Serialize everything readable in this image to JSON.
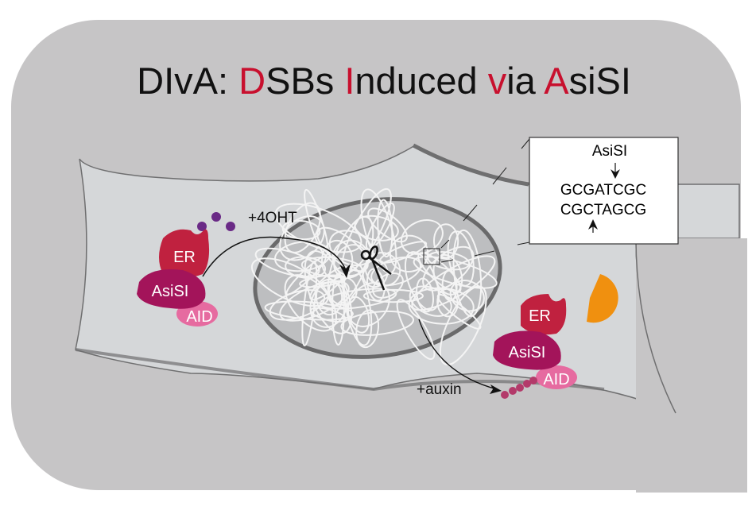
{
  "title": {
    "parts": [
      {
        "text": "D",
        "accent": false
      },
      {
        "text": "I",
        "accent": false
      },
      {
        "text": "vA: ",
        "accent": false
      },
      {
        "text": "D",
        "accent": true
      },
      {
        "text": "SBs ",
        "accent": false
      },
      {
        "text": "I",
        "accent": true
      },
      {
        "text": "nduced ",
        "accent": false
      },
      {
        "text": "v",
        "accent": true
      },
      {
        "text": "ia ",
        "accent": false
      },
      {
        "text": "A",
        "accent": true
      },
      {
        "text": "siSI",
        "accent": false
      }
    ]
  },
  "labels": {
    "treatment_4oht": "+4OHT",
    "treatment_auxin": "+auxin",
    "er": "ER",
    "asisi": "AsiSI",
    "aid": "AID"
  },
  "inset": {
    "enzyme": "AsiSI",
    "top_strand": "GCGATCGC",
    "bottom_strand": "CGCTAGCG"
  },
  "colors": {
    "accent": "#c8102e",
    "background": "#c6c5c6",
    "cell": "#d5d7d9",
    "er": "#c0213f",
    "asisi": "#a3145a",
    "aid": "#e66ba0",
    "ligand": "#6a2a86",
    "tir1": "#f0900f",
    "degron": "#b33a6a"
  }
}
